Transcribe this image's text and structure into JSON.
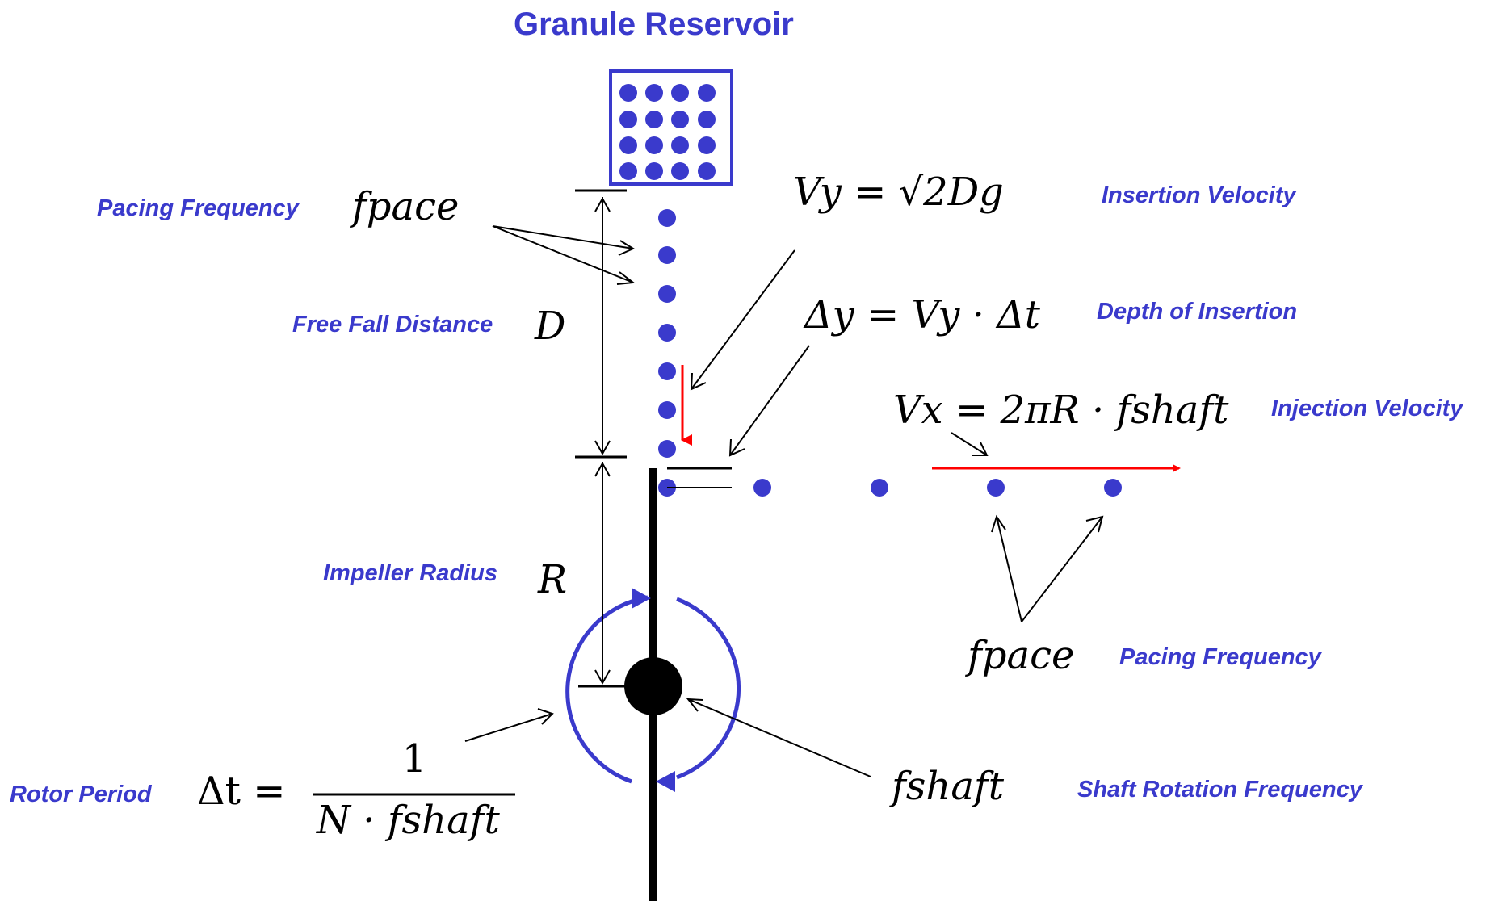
{
  "title": "Granule Reservoir",
  "labels": {
    "pacing_frequency_left": "Pacing Frequency",
    "free_fall_distance": "Free Fall Distance",
    "impeller_radius": "Impeller Radius",
    "rotor_period": "Rotor Period",
    "insertion_velocity": "Insertion Velocity",
    "depth_of_insertion": "Depth of Insertion",
    "injection_velocity": "Injection Velocity",
    "pacing_frequency_right": "Pacing Frequency",
    "shaft_rotation_frequency": "Shaft Rotation Frequency"
  },
  "symbols": {
    "fpace_left": "fpace",
    "D": "D",
    "R": "R",
    "fpace_right": "fpace",
    "fshaft": "fshaft"
  },
  "equations": {
    "insertion_velocity": "Vy = √2Dg",
    "depth_of_insertion": "Δy  = Vy · Δt",
    "injection_velocity": "Vx  = 2πR · fshaft",
    "rotor_period_lhs": "Δt  =",
    "rotor_period_num": "1",
    "rotor_period_den": "N · fshaft"
  },
  "colors": {
    "label_blue": "#3a3acc",
    "granule_blue": "#3a3acc",
    "arrow_red": "#ff0000",
    "line_black": "#000000"
  }
}
